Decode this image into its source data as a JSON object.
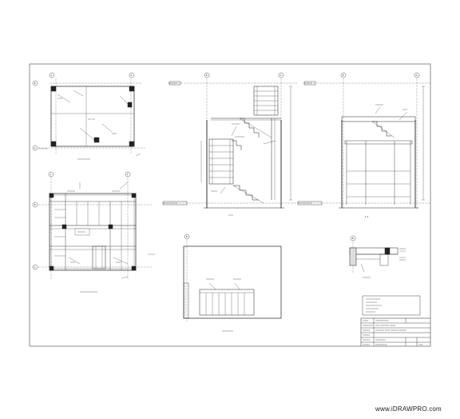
{
  "watermark": "www.iDRAWPRO.com",
  "grid_bubbles": {
    "view1": {
      "top": [
        "1",
        "2"
      ],
      "side": [
        "B",
        "A"
      ]
    },
    "view2": {
      "top": [
        "1",
        "2"
      ],
      "side": [
        "B",
        "A"
      ]
    },
    "view3": {
      "top": [
        "B",
        "A"
      ]
    },
    "view4": {
      "top": [
        "B",
        "A"
      ]
    },
    "view5": {
      "top": [
        "B"
      ]
    },
    "view6": {
      "top": [
        "B"
      ]
    }
  },
  "sections": {
    "view4": "1-1"
  }
}
